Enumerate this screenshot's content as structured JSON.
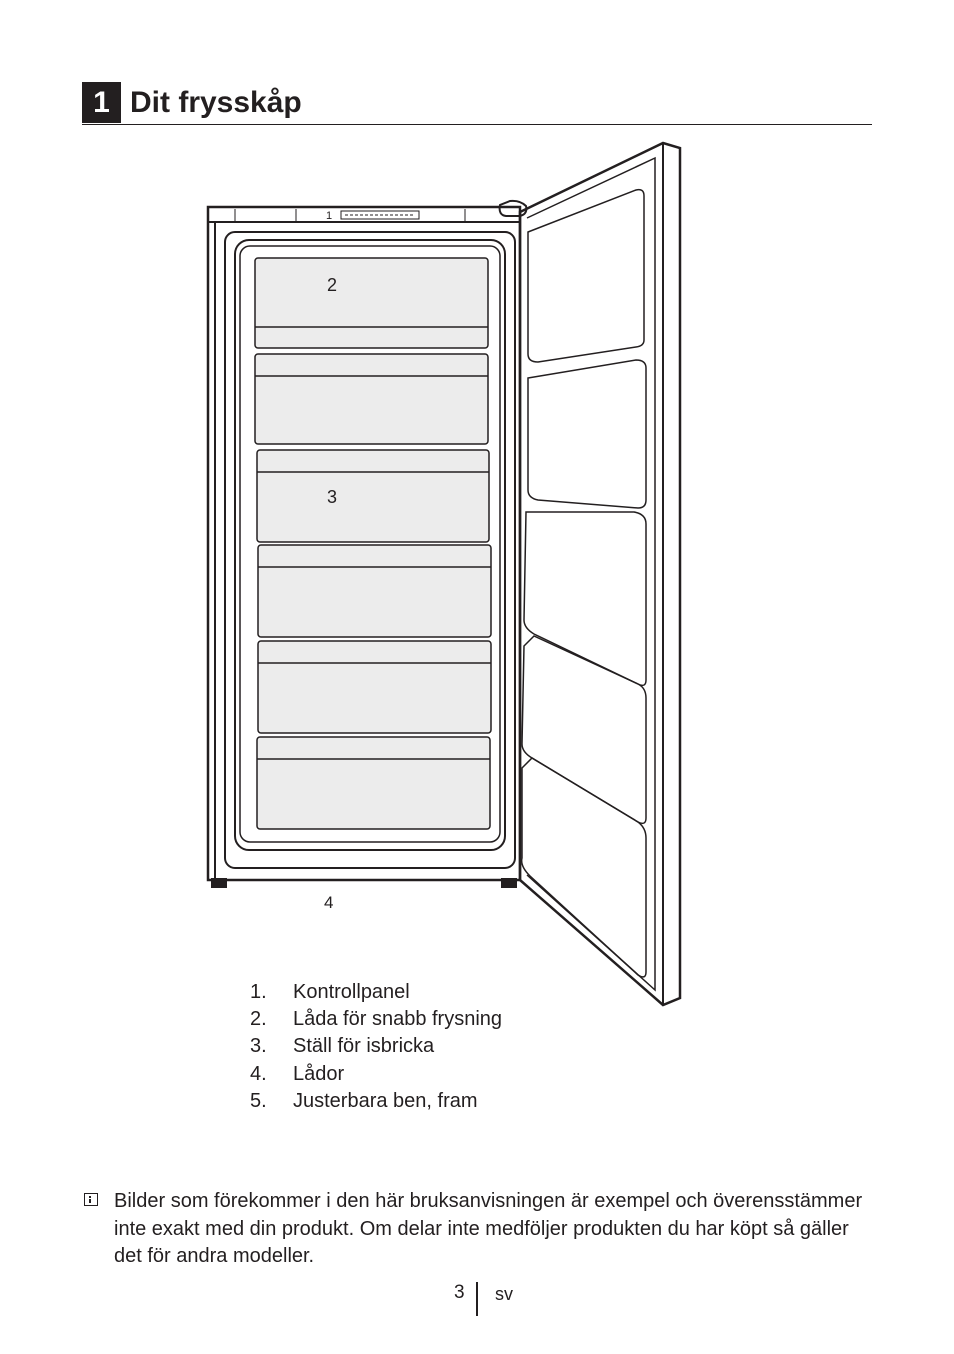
{
  "section": {
    "number": "1",
    "title": "Dit frysskåp"
  },
  "callouts": [
    "1",
    "2",
    "3",
    "4"
  ],
  "items": [
    {
      "n": "1.",
      "label": "Kontrollpanel"
    },
    {
      "n": "2.",
      "label": "Låda för snabb frysning"
    },
    {
      "n": "3.",
      "label": "Ställ för isbricka"
    },
    {
      "n": "4.",
      "label": "Lådor"
    },
    {
      "n": "5.",
      "label": "Justerbara ben, fram"
    }
  ],
  "note": {
    "icon": "info-icon",
    "text": "Bilder som förekommer i den här bruksanvisningen är exempel och överensstämmer inte exakt med din produkt. Om delar inte medföljer produkten du har köpt så gäller det för andra modeller."
  },
  "footer": {
    "page": "3",
    "lang": "sv"
  }
}
